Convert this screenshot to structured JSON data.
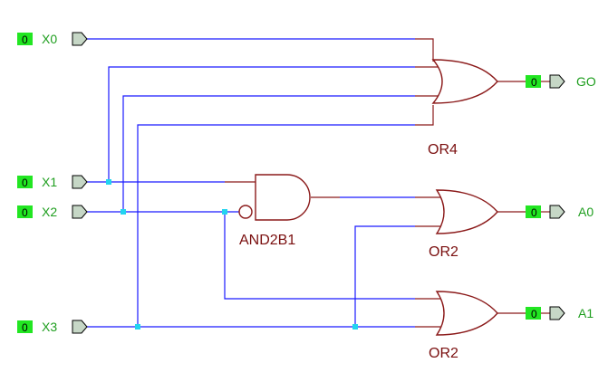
{
  "inputs": [
    {
      "name": "X0",
      "value": "0"
    },
    {
      "name": "X1",
      "value": "0"
    },
    {
      "name": "X2",
      "value": "0"
    },
    {
      "name": "X3",
      "value": "0"
    }
  ],
  "outputs": [
    {
      "name": "GO",
      "value": "0"
    },
    {
      "name": "A0",
      "value": "0"
    },
    {
      "name": "A1",
      "value": "0"
    }
  ],
  "gates": {
    "or4": "OR4",
    "and2b1": "AND2B1",
    "or2_top": "OR2",
    "or2_bottom": "OR2"
  },
  "colors": {
    "wire": "#1a1aff",
    "gate": "#8b1a1a",
    "io_label": "#1e9e1e",
    "value_box": "#22e622",
    "junction": "#22d4f0"
  }
}
